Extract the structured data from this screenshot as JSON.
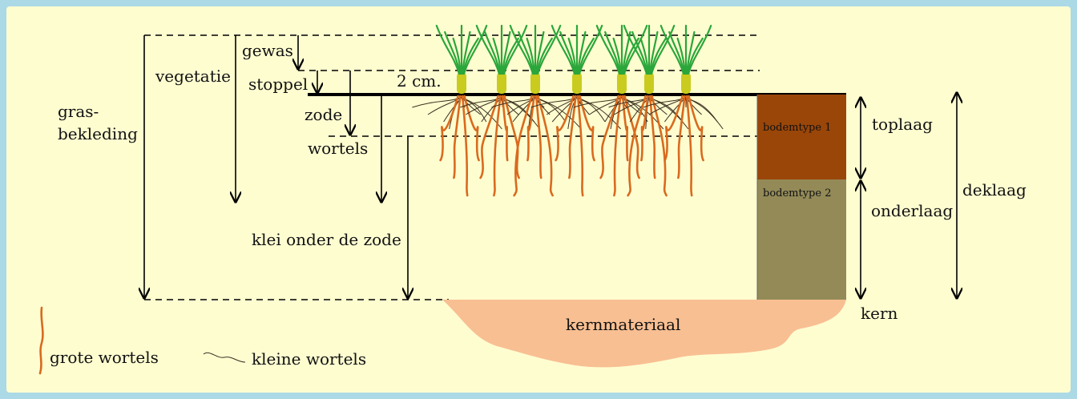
{
  "labels": {
    "gras_bekleding_1": "gras-",
    "gras_bekleding_2": "bekleding",
    "vegetatie": "vegetatie",
    "gewas": "gewas",
    "stoppel": "stoppel",
    "twee_cm": "2 cm.",
    "zode": "zode",
    "wortels": "wortels",
    "klei_onder_de_zode": "klei onder de zode",
    "bodemtype_1": "bodemtype 1",
    "bodemtype_2": "bodemtype 2",
    "toplaag": "toplaag",
    "onderlaag": "onderlaag",
    "deklaag": "deklaag",
    "kern": "kern",
    "kernmateriaal": "kernmateriaal"
  },
  "legend": {
    "grote_wortels": "grote wortels",
    "kleine_wortels": "kleine wortels"
  },
  "colors": {
    "background": "#fefdd0",
    "frame": "#acd9e6",
    "bodemtype_1": "#9a4609",
    "bodemtype_2": "#938a58",
    "kernmateriaal": "#f8bf92",
    "grote_wortels": "#d96a1e",
    "kleine_wortels": "#3b3020",
    "gras": "#2aa63a",
    "stoppel": "#c9cc1e"
  },
  "plant_count": 7
}
